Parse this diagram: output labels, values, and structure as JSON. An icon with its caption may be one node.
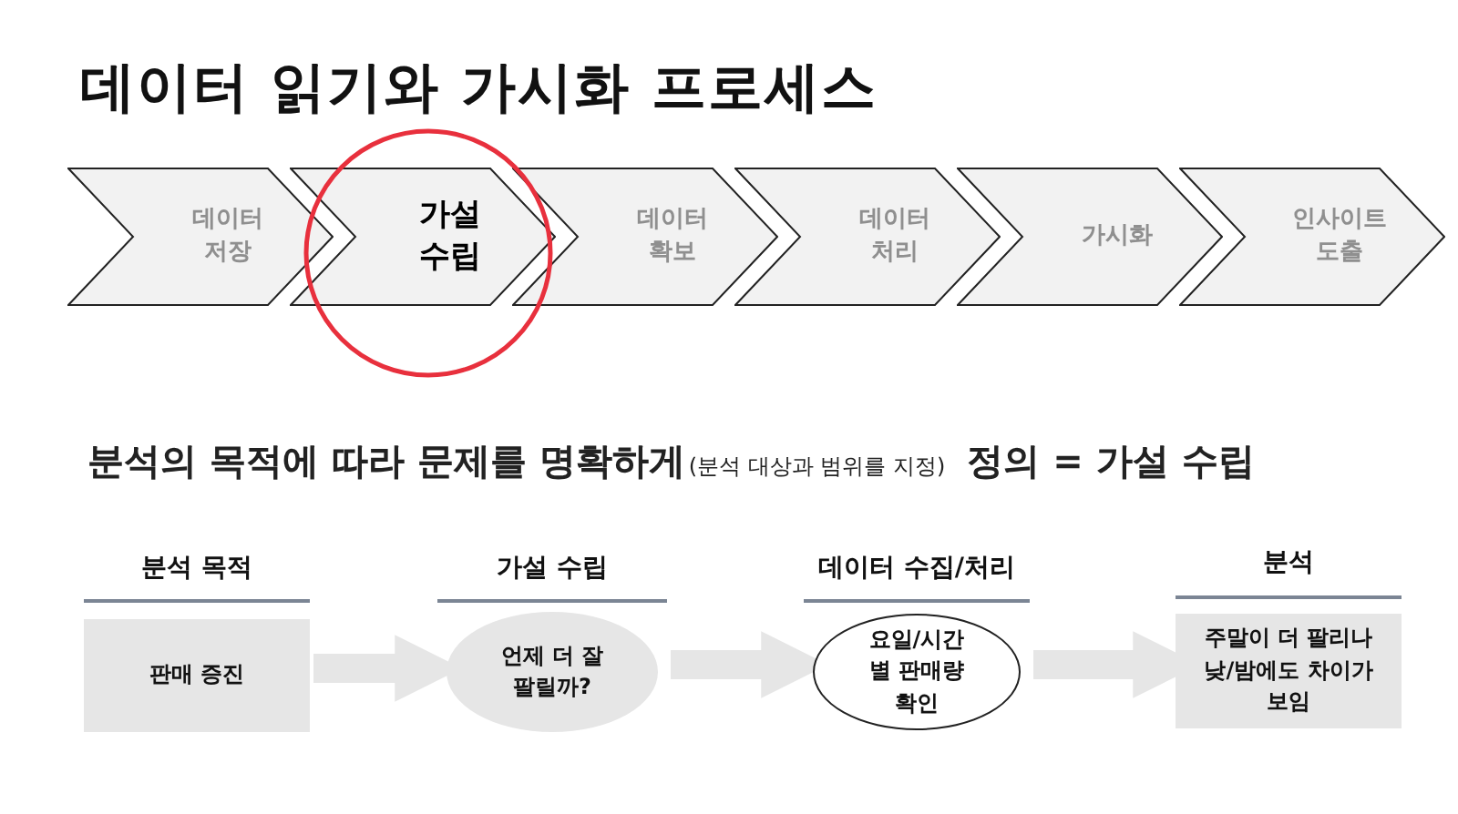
{
  "diagram": {
    "title": "데이터 읽기와 가시화 프로세스",
    "nodes": [
      {
        "text": [
          "데이터 저장"
        ]
      },
      {
        "text": [
          "가설 수립"
        ]
      },
      {
        "text": [
          "데이터 확보"
        ]
      },
      {
        "text": [
          "데이터 처리"
        ]
      },
      {
        "text": [
          "가시화"
        ]
      },
      {
        "text": [
          "인사이트 도출"
        ]
      },
      {
        "text": [
          "분석 목적",
          "판매 증진"
        ]
      },
      {
        "text": [
          "가설 수립",
          "언제 더 잘팔릴까?"
        ]
      },
      {
        "text": [
          "데이터 수집/처리",
          "요일/시간별 판매량 확인"
        ]
      },
      {
        "text": [
          "분석",
          "주말이 더 팔리나 낮/밤에도 차이가 보임"
        ]
      }
    ],
    "edges": [
      {
        "from": 6,
        "to": 7,
        "arrow": "to"
      },
      {
        "from": 7,
        "to": 8,
        "arrow": "to"
      },
      {
        "from": 8,
        "to": 9,
        "arrow": "to"
      }
    ],
    "labels": [
      "분석의 목적에 따라 문제를 명확하게",
      "(분석 대상과 범위를 지정)",
      "정의 = 가설 수립"
    ]
  }
}
